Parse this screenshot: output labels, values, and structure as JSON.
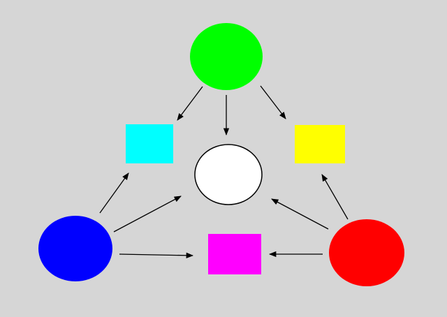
{
  "colors": {
    "background": "#d6d6d6",
    "green": "#00ff00",
    "cyan": "#00ffff",
    "yellow": "#ffff00",
    "white": "#ffffff",
    "blue": "#0000ff",
    "magenta": "#ff00ff",
    "red": "#ff0000",
    "arrow": "#000000"
  },
  "nodes": [
    {
      "id": "green-circle",
      "shape": "ellipse",
      "color": "green"
    },
    {
      "id": "cyan-square",
      "shape": "rectangle",
      "color": "cyan"
    },
    {
      "id": "yellow-square",
      "shape": "rectangle",
      "color": "yellow"
    },
    {
      "id": "white-circle",
      "shape": "ellipse",
      "color": "white"
    },
    {
      "id": "blue-circle",
      "shape": "ellipse",
      "color": "blue"
    },
    {
      "id": "magenta-square",
      "shape": "rectangle",
      "color": "magenta"
    },
    {
      "id": "red-circle",
      "shape": "ellipse",
      "color": "red"
    }
  ],
  "edges": [
    {
      "from": "green-circle",
      "to": "cyan-square"
    },
    {
      "from": "green-circle",
      "to": "white-circle"
    },
    {
      "from": "green-circle",
      "to": "yellow-square"
    },
    {
      "from": "blue-circle",
      "to": "cyan-square"
    },
    {
      "from": "blue-circle",
      "to": "white-circle"
    },
    {
      "from": "blue-circle",
      "to": "magenta-square"
    },
    {
      "from": "red-circle",
      "to": "magenta-square"
    },
    {
      "from": "red-circle",
      "to": "white-circle"
    },
    {
      "from": "red-circle",
      "to": "yellow-square"
    }
  ]
}
